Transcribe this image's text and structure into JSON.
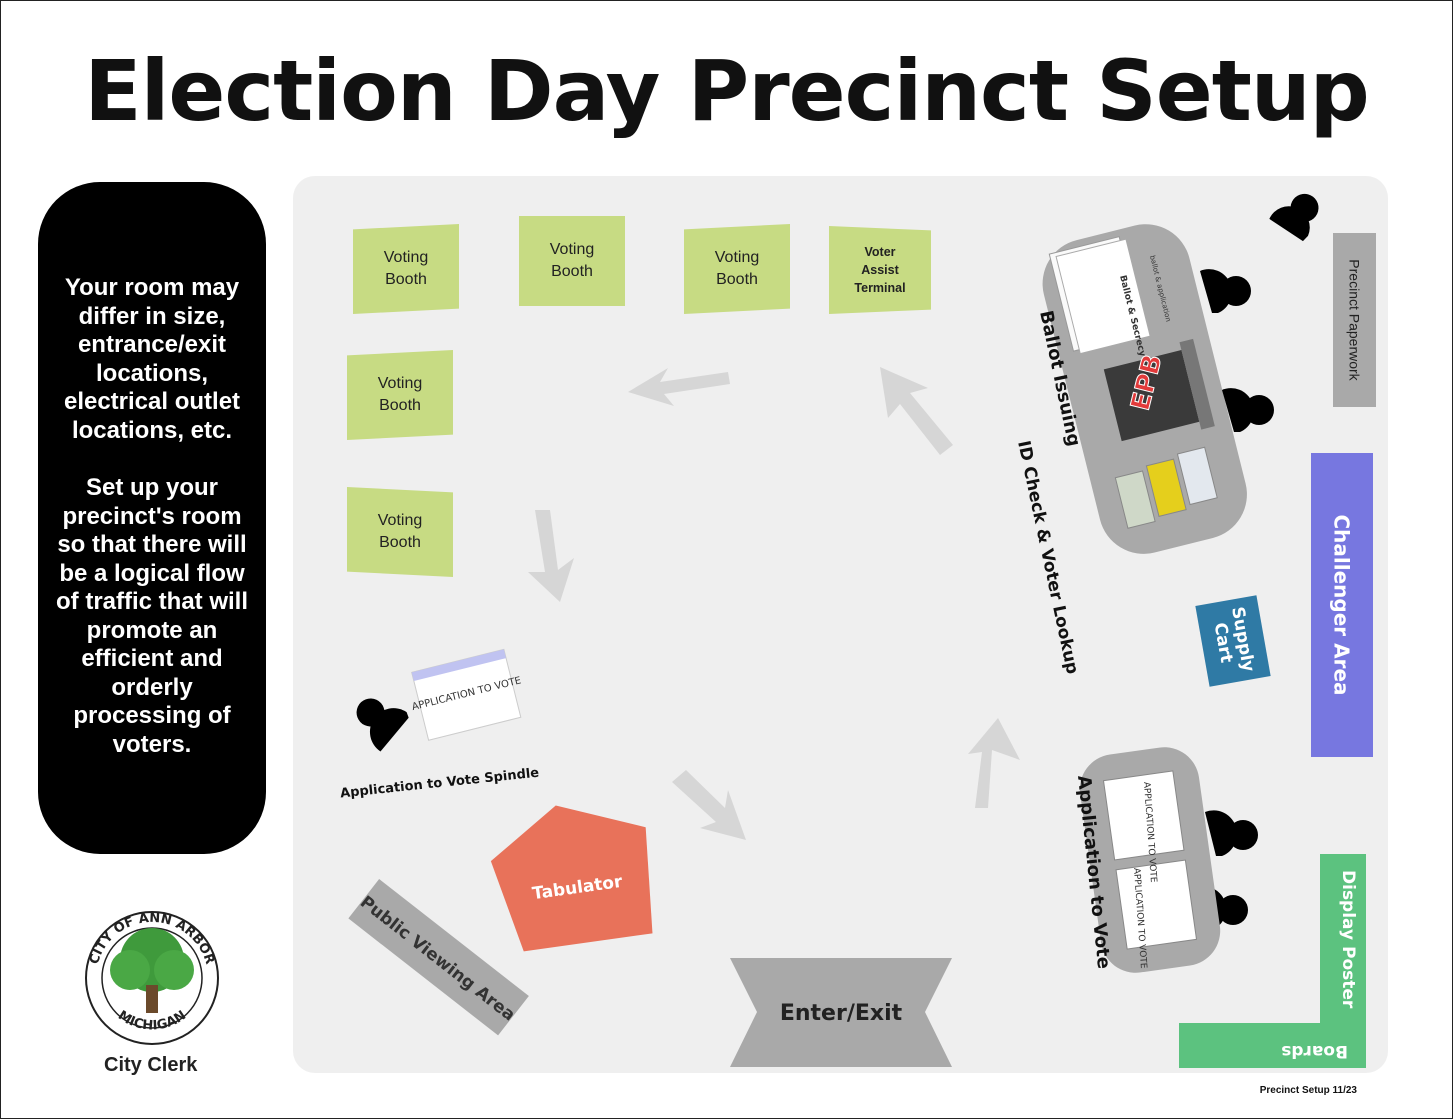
{
  "title": "Election Day Precinct Setup",
  "note": {
    "paragraph1": "Your room may differ in size, entrance/exit locations, electrical outlet locations, etc.",
    "paragraph2": "Set up your precinct's room so that there will be a logical flow of traffic that will promote an efficient and orderly processing of voters."
  },
  "booths": [
    "Voting Booth",
    "Voting Booth",
    "Voting Booth",
    "Voting Booth",
    "Voting Booth"
  ],
  "voter_assist": "Voter Assist Terminal",
  "precinct_paperwork": "Precinct Paperwork",
  "challenger_area": "Challenger Area",
  "supply_cart": "Supply Cart",
  "display_poster": "Display Poster",
  "boards": "Boards",
  "ballot_issuing": "Ballot Issuing",
  "id_check": "ID Check & Voter Lookup",
  "epb": "EPB",
  "ballot_secrecy_sleeve": "Ballot & Secrecy Sleeve",
  "ballot_sleeve_form": "ballot & application",
  "application_to_vote_table": "Application to Vote",
  "application_form": "APPLICATION TO VOTE",
  "spindle_label": "Application to Vote Spindle",
  "tabulator": "Tabulator",
  "public_viewing": "Public Viewing Area",
  "enter_exit": "Enter/Exit",
  "city_clerk": "City Clerk",
  "seal": {
    "top": "CITY OF ANN ARBOR",
    "bottom": "MICHIGAN"
  },
  "footer": "Precinct Setup 11/23",
  "colors": {
    "booth": "#c7db83",
    "challenger": "#7777e0",
    "supply": "#2f7aa5",
    "display": "#5cc27f",
    "tabulator": "#e8725a",
    "table": "#a9a9a9",
    "room": "#efefef"
  }
}
